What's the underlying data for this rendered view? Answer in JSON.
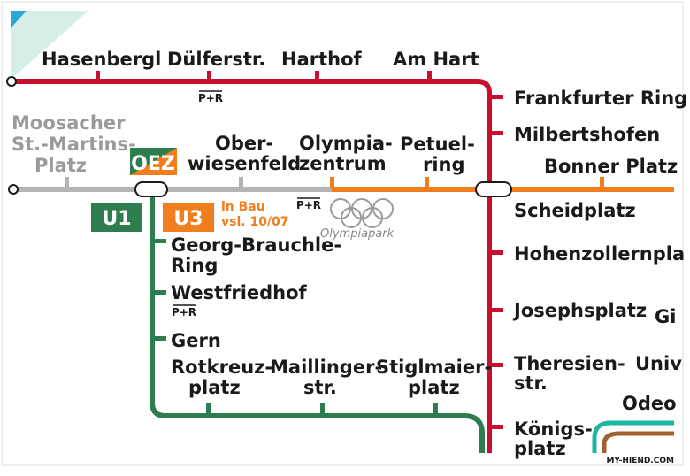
{
  "colors": {
    "red_line": "#c8102e",
    "green_line": "#2e7d4f",
    "orange_line": "#f07d1e",
    "grey_line": "#b4b4b4",
    "teal_line": "#1bb6a0",
    "brown_line": "#a0612e",
    "cyan_corner": "#2aa7d8"
  },
  "stations": {
    "hasenbergl": "Hasenbergl",
    "duelferstr": "Dülferstr.",
    "harthof": "Harthof",
    "am_hart": "Am Hart",
    "frankfurter_ring": "Frankfurter Ring",
    "milbertshofen": "Milbertshofen",
    "bonner_platz": "Bonner Platz",
    "scheidplatz": "Scheidplatz",
    "hohenzollernplatz": "Hohenzollernpla",
    "josephsplatz": "Josephsplatz",
    "theresienstr_1": "Theresien-",
    "theresienstr_2": "str.",
    "koenigsplatz_1": "Königs-",
    "koenigsplatz_2": "platz",
    "moosach_1": "Moosacher",
    "moosach_2": "St.-Martins-",
    "moosach_3": "Platz",
    "oberwiesenfeld_1": "Ober-",
    "oberwiesenfeld_2": "wiesenfeld",
    "olympiazentrum_1": "Olympia-",
    "olympiazentrum_2": "zentrum",
    "petuelring_1": "Petuel-",
    "petuelring_2": "ring",
    "georg_1": "Georg-Brauchle-",
    "georg_2": "Ring",
    "westfriedhof": "Westfriedhof",
    "gern": "Gern",
    "rotkreuz_1": "Rotkreuz-",
    "rotkreuz_2": "platz",
    "maillinger_1": "Maillinger-",
    "maillinger_2": "str.",
    "stiglmaier_1": "Stiglmaier-",
    "stiglmaier_2": "platz",
    "gi_partial": "Gi",
    "univ_partial": "Univ",
    "odeon_partial": "Odeo"
  },
  "badges": {
    "oez": "OEZ",
    "u1": "U1",
    "u3": "U3"
  },
  "notes": {
    "in_bau": "in Bau",
    "vsl": "vsl. 10/07",
    "olympiapark": "Olympiapark",
    "park_ride": "P+R"
  },
  "watermark": "MY-HIEND.COM"
}
